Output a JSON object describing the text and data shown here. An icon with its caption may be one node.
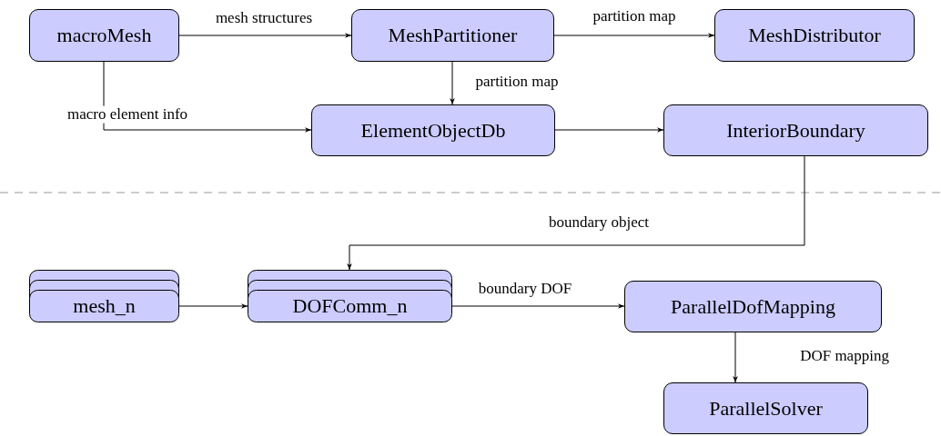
{
  "diagram": {
    "nodes": [
      {
        "text": [
          "macroMesh"
        ]
      },
      {
        "text": [
          "MeshPartitioner"
        ]
      },
      {
        "text": [
          "MeshDistributor"
        ]
      },
      {
        "text": [
          "ElementObjectDb"
        ]
      },
      {
        "text": [
          "InteriorBoundary"
        ]
      },
      {
        "text": [
          "mesh_n"
        ]
      },
      {
        "text": [
          "DOFComm_n"
        ]
      },
      {
        "text": [
          "ParallelDofMapping"
        ]
      },
      {
        "text": [
          "ParallelSolver"
        ]
      }
    ],
    "edges": [
      {
        "from": 0,
        "to": 1,
        "arrow": "to",
        "label": "mesh structures"
      },
      {
        "from": 1,
        "to": 2,
        "arrow": "to",
        "label": "partition map"
      },
      {
        "from": 1,
        "to": 3,
        "arrow": "to",
        "label": "partition map"
      },
      {
        "from": 0,
        "to": 3,
        "arrow": "to",
        "label": "macro element info"
      },
      {
        "from": 3,
        "to": 4,
        "arrow": "to"
      },
      {
        "from": 4,
        "to": 6,
        "arrow": "to",
        "label": "boundary object"
      },
      {
        "from": 5,
        "to": 6,
        "arrow": "to"
      },
      {
        "from": 6,
        "to": 7,
        "arrow": "to",
        "label": "boundary DOF"
      },
      {
        "from": 7,
        "to": 8,
        "arrow": "to",
        "label": "DOF mapping"
      }
    ]
  }
}
